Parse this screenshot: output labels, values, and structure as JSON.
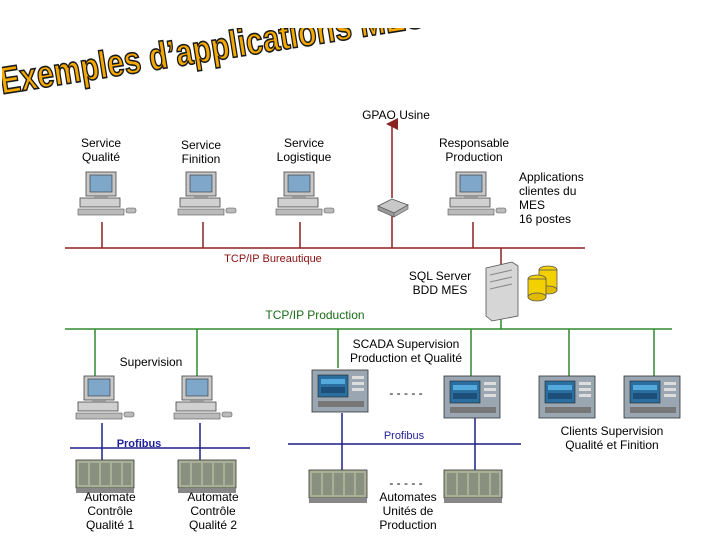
{
  "title": "Exemples d’applications MES",
  "labels": {
    "gpao": "GPAO Usine",
    "service_qualite": "Service\nQualité",
    "service_finition": "Service\nFinition",
    "service_logistique": "Service\nLogistique",
    "responsable_production": "Responsable\nProduction",
    "applications_clientes": "Applications\nclientes du\nMES\n16 postes",
    "tcpip_bureautique": "TCP/IP Bureautique",
    "sql_server": "SQL Server\nBDD MES",
    "tcpip_production": "TCP/IP Production",
    "supervision": "Supervision",
    "scada": "SCADA Supervision\nProduction et Qualité",
    "dashes_top": "- - - - -",
    "dashes_bottom": "- - - - -",
    "profibus_left": "Profibus",
    "profibus_right": "Profibus",
    "clients_supervision": "Clients Supervision\nQualité et Finition",
    "automate_1": "Automate\nContrôle\nQualité 1",
    "automate_2": "Automate\nContrôle\nQualité 2",
    "automates_unites": "Automates\nUnités de\nProduction"
  },
  "colors": {
    "title_fill": "#f5a800",
    "title_stroke": "#1a1a1a",
    "bureautique_line": "#8b2020",
    "production_line": "#2e8b2e",
    "profibus_line": "#1f1f8a",
    "profibus_text": "#1f1f9a",
    "tcpip_bureautique_text": "#8b1010",
    "tcpip_production_text": "#1a6b1a"
  }
}
